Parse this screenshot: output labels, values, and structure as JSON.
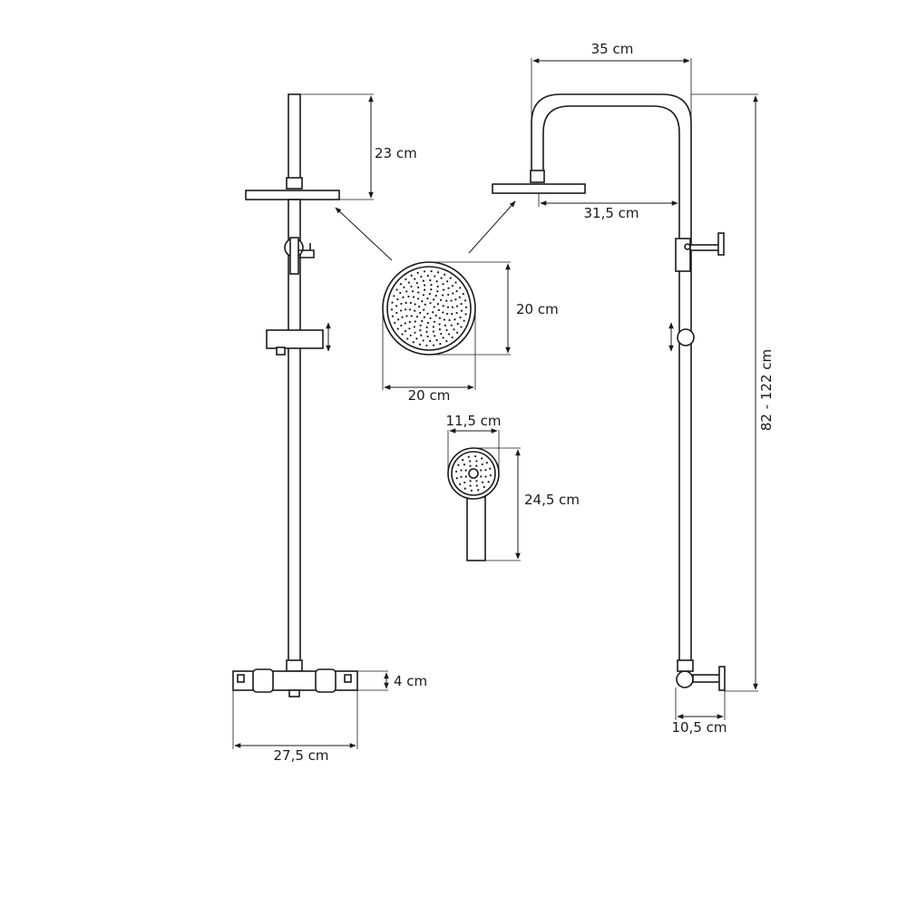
{
  "colors": {
    "line": "#1a1a1a",
    "background": "#ffffff"
  },
  "dimensions": {
    "top_width": "35 cm",
    "left_height": "23 cm",
    "arm_reach": "31,5 cm",
    "total_height": "82 - 122 cm",
    "head_height": "20 cm",
    "head_width": "20 cm",
    "hand_width": "11,5 cm",
    "hand_height": "24,5 cm",
    "thermo_height": "4 cm",
    "thermo_width": "27,5 cm",
    "wall_depth": "10,5 cm"
  }
}
